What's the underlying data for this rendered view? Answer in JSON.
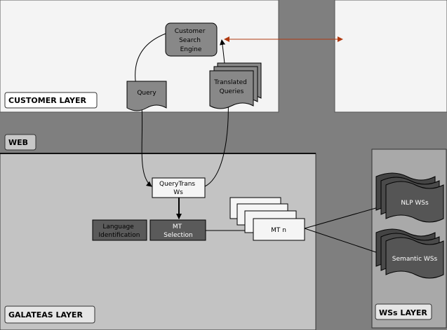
{
  "layers": {
    "customer": "CUSTOMER LAYER",
    "web": "WEB",
    "galateas": "GALATEAS LAYER",
    "wss": "WSs LAYER"
  },
  "nodes": {
    "search_engine": [
      "Customer",
      "Search",
      "Engine"
    ],
    "query": "Query",
    "translated_queries": [
      "Translated",
      "Queries"
    ],
    "querytrans": [
      "QueryTrans",
      "Ws"
    ],
    "language_identification": [
      "Language",
      "Identification"
    ],
    "mt_selection": [
      "MT",
      "Selection"
    ],
    "mt_n": "MT n",
    "nlp_wss": "NLP WSs",
    "semantic_wss": "Semantic WSs"
  },
  "colors": {
    "background": "#7f7f7f",
    "customer_panel": "#f4f4f4",
    "galateas_panel": "#c3c3c3",
    "wss_panel": "#a9a9a9",
    "dark_box": "#5a5a5a",
    "mid_box": "#888888",
    "light_box": "#f5f5f5",
    "arrow_accent": "#b03a10"
  }
}
